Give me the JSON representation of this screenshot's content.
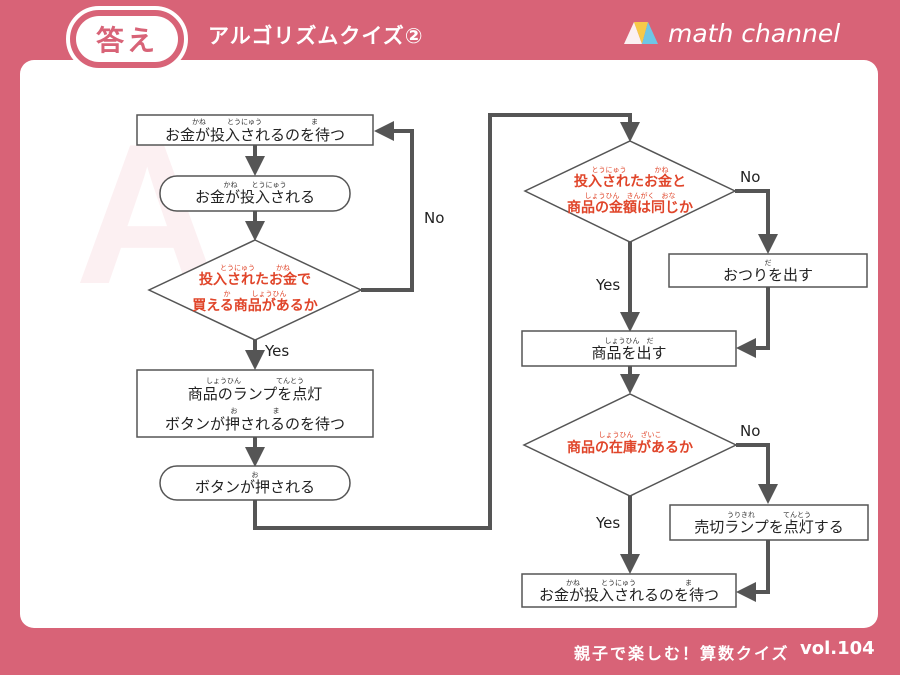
{
  "header": {
    "badge": "答え",
    "title": "アルゴリズムクイズ②",
    "brand": "math channel"
  },
  "footer": {
    "tagline": "親子で楽しむ！算数クイズ",
    "volume": "vol.104"
  },
  "colors": {
    "frame": "#d86377",
    "panel": "#ffffff",
    "arrow": "#555555",
    "condition_text": "#e0452a"
  },
  "flowchart": {
    "left": {
      "wait_money": {
        "text": "お金が投入されるのを待つ",
        "ruby": "かね　　　とうにゅう　　　　　　　ま"
      },
      "money_inserted": {
        "text": "お金が投入される",
        "ruby": "かね　　とうにゅう"
      },
      "decision_buyable": {
        "line1": "投入されたお金で",
        "line2": "買える商品があるか",
        "ruby1": "とうにゅう　　　かね",
        "ruby2": "か　　　しょうひん"
      },
      "lamp_wait": {
        "line1": "商品のランプを点灯",
        "line2": "ボタンが押されるのを待つ",
        "ruby1": "しょうひん　　　　　てんとう",
        "ruby2": "お　　　　　ま"
      },
      "button_pressed": {
        "text": "ボタンが押される",
        "ruby": "お"
      }
    },
    "right": {
      "decision_equal": {
        "line1": "投入されたお金と",
        "line2": "商品の金額は同じか",
        "ruby1": "とうにゅう　　　　かね",
        "ruby2": "しょうひん　きんがく　おな"
      },
      "give_change": {
        "text": "おつりを出す",
        "ruby": "だ"
      },
      "dispense": {
        "text": "商品を出す",
        "ruby": "しょうひん　だ"
      },
      "decision_stock": {
        "text": "商品の在庫があるか",
        "ruby": "しょうひん　ざいこ"
      },
      "soldout_lamp": {
        "text": "売切ランプを点灯する",
        "ruby": "うりきれ　　　　てんとう"
      },
      "wait_money_end": {
        "text": "お金が投入されるのを待つ",
        "ruby": "かね　　　とうにゅう　　　　　　　ま"
      }
    },
    "labels": {
      "no": "No",
      "yes": "Yes"
    }
  }
}
